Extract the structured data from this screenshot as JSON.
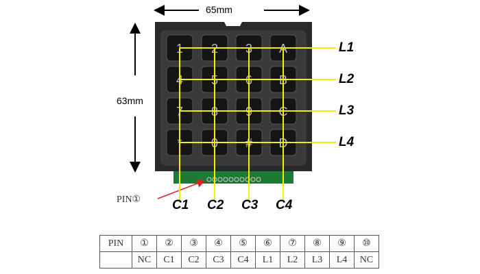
{
  "dimensions": {
    "width": "65mm",
    "height": "63mm"
  },
  "keys": [
    [
      "1",
      "2",
      "3",
      "A"
    ],
    [
      "4",
      "5",
      "6",
      "B"
    ],
    [
      "7",
      "8",
      "9",
      "C"
    ],
    [
      "*",
      "0",
      "#",
      "D"
    ]
  ],
  "row_labels": [
    "L1",
    "L2",
    "L3",
    "L4"
  ],
  "col_labels": [
    "C1",
    "C2",
    "C3",
    "C4"
  ],
  "pin_callout": "PIN①",
  "table": {
    "header": "PIN",
    "pins": [
      "①",
      "②",
      "③",
      "④",
      "⑤",
      "⑥",
      "⑦",
      "⑧",
      "⑨",
      "⑩"
    ],
    "signals": [
      "NC",
      "C1",
      "C2",
      "C3",
      "C4",
      "L1",
      "L2",
      "L3",
      "L4",
      "NC"
    ]
  },
  "colors": {
    "line": "#f2f000",
    "body": "#2a2a2a",
    "pcb": "#1d7a35",
    "arrow": "#d22"
  }
}
